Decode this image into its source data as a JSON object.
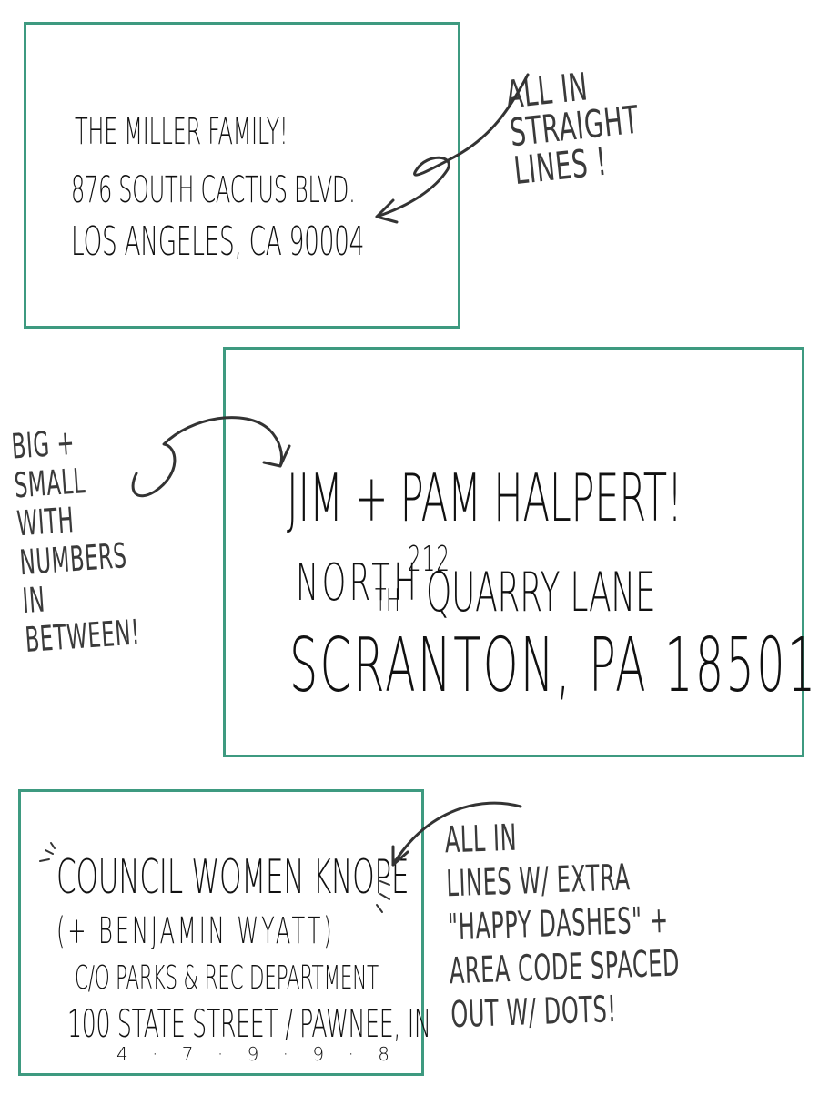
{
  "envelope_1": {
    "line1": "THE MILLER FAMILY!",
    "line2": "876 SOUTH CACTUS BLVD.",
    "line3": "LOS ANGELES, CA 90004"
  },
  "note_1": {
    "lines": [
      "ALL IN",
      "STRAIGHT",
      "LINES !"
    ]
  },
  "envelope_2": {
    "line1": "JIM + PAM HALPERT!",
    "line2_direction": "NORTH",
    "line2_number": "212",
    "line2_suffix": "TH",
    "line2_street": "QUARRY LANE",
    "line3": "SCRANTON, PA 18501"
  },
  "note_2": {
    "lines": [
      "BIG +",
      "SMALL",
      "WITH",
      "NUMBERS",
      "IN",
      "BETWEEN!"
    ]
  },
  "envelope_3": {
    "line1": "COUNCIL WOMEN KNOPE",
    "line2": "(+ BENJAMIN WYATT)",
    "line3": "C/O PARKS & REC DEPARTMENT",
    "line4": "100 STATE STREET / PAWNEE, IN",
    "zip": "4 · 7 · 9 · 9 · 8"
  },
  "note_3": {
    "lines": [
      "ALL IN",
      "LINES W/ EXTRA",
      "\"HAPPY DASHES\" +",
      "AREA CODE SPACED",
      "OUT W/ DOTS!"
    ]
  },
  "colors": {
    "envelope_border": "#3e9a80",
    "ink": "#111111",
    "pencil": "#3a3a3a"
  }
}
